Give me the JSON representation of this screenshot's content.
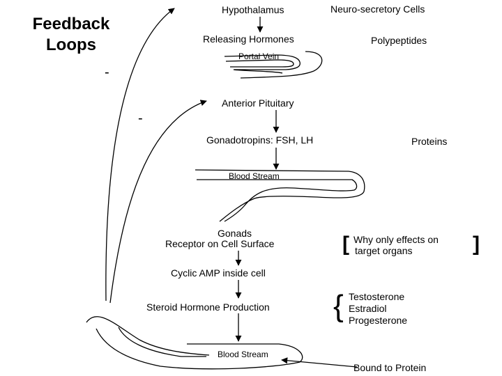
{
  "title": {
    "line1": "Feedback",
    "line2": "Loops"
  },
  "nodes": {
    "hypothalamus": "Hypothalamus",
    "neuro_secretory": "Neuro-secretory Cells",
    "releasing_hormones": "Releasing Hormones",
    "polypeptides": "Polypeptides",
    "portal_vein": "Portal Vein",
    "anterior_pituitary": "Anterior Pituitary",
    "gonadotropins": "Gonadotropins:  FSH, LH",
    "proteins": "Proteins",
    "blood_stream_1": "Blood Stream",
    "gonads": "Gonads",
    "receptor": "Receptor on Cell Surface",
    "why_line1": "Why only effects on",
    "why_line2": "target organs",
    "cyclic_amp": "Cyclic AMP inside cell",
    "steroid": "Steroid Hormone Production",
    "testosterone": "Testosterone",
    "estradiol": "Estradiol",
    "progesterone": "Progesterone",
    "blood_stream_2": "Blood Stream",
    "bound_protein": "Bound to Protein"
  },
  "feedback": {
    "minus_outer": "-",
    "minus_inner": "-"
  },
  "brackets": {
    "open": "[",
    "close": "]",
    "brace": "{"
  }
}
